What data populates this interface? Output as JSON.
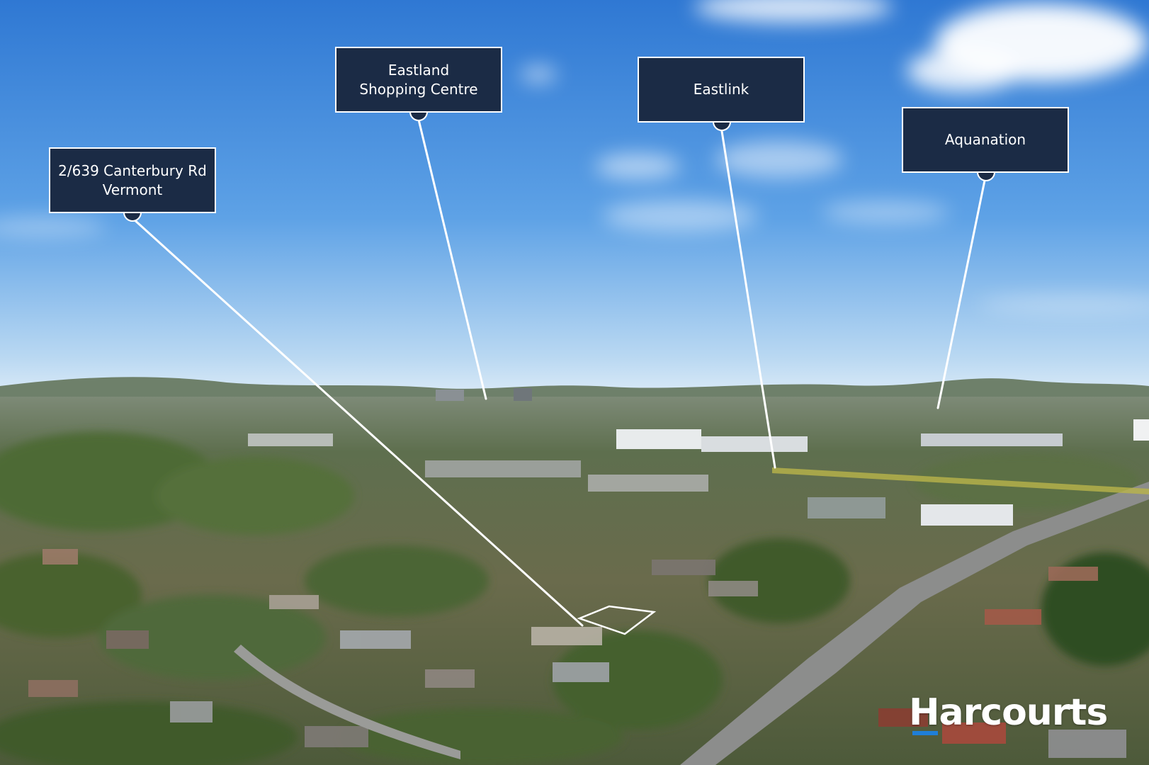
{
  "labels": [
    {
      "text": "2/639 Canterbury Rd\nVermont"
    },
    {
      "text": "Eastland\nShopping Centre"
    },
    {
      "text": "Eastlink"
    },
    {
      "text": "Aquanation"
    }
  ],
  "logo": {
    "text": "Harcourts"
  },
  "colors": {
    "label_bg": "#1b2b45",
    "label_border": "#ffffff",
    "sky_top": "#2f78d3",
    "sky_horizon": "#cfe3f4",
    "brand_blue": "#1f7fd8"
  }
}
